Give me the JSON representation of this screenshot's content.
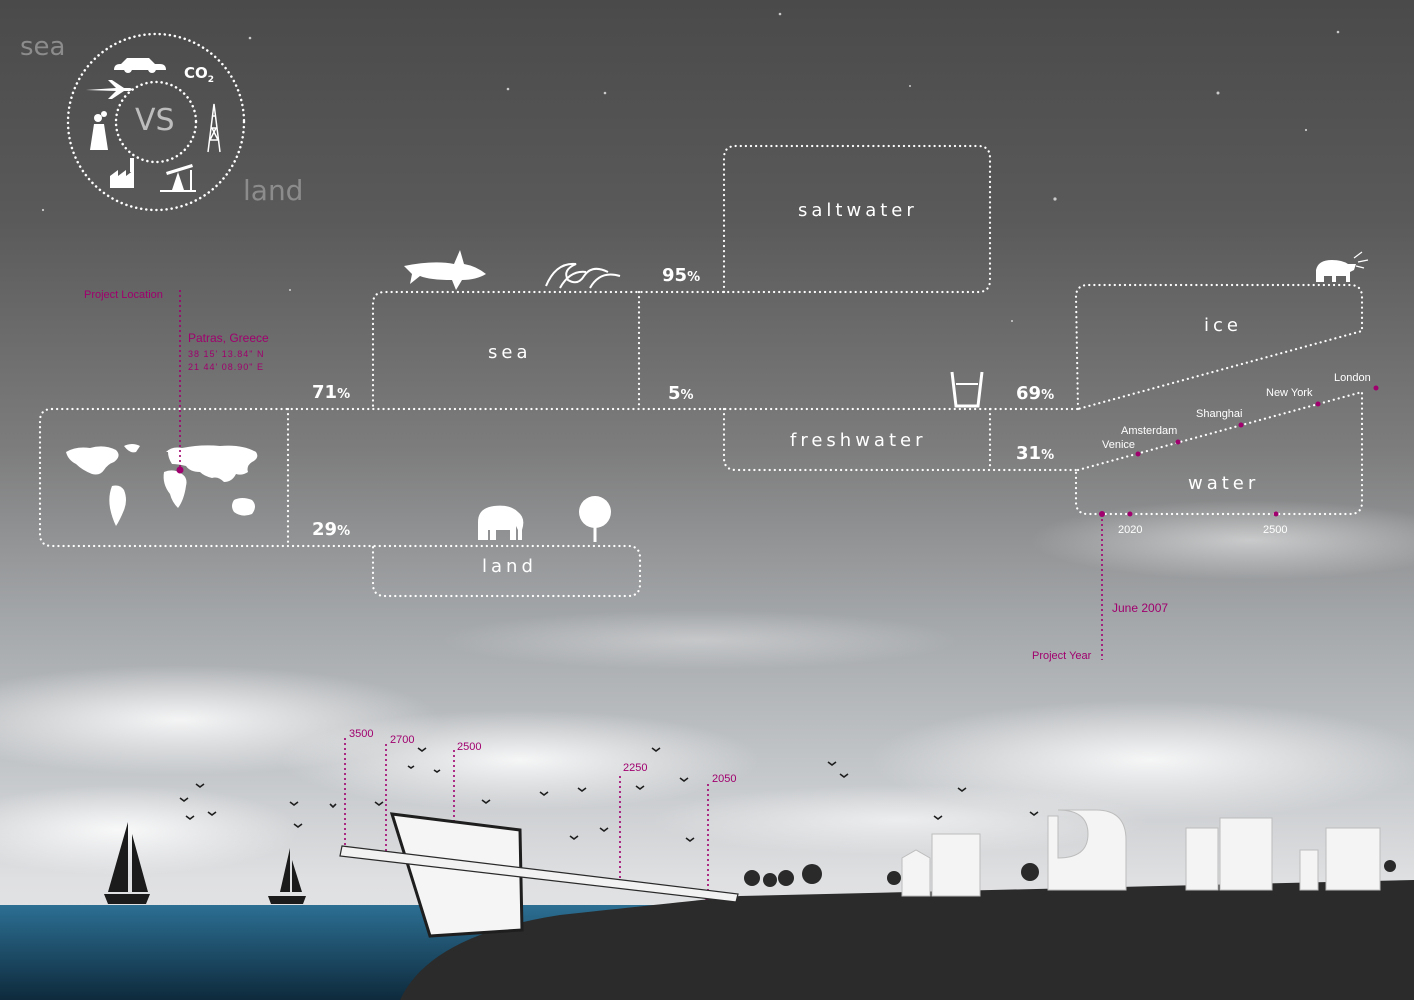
{
  "intro": {
    "sea_label": "sea",
    "land_label": "land",
    "vs_label": "VS",
    "co2_label": "CO",
    "co2_sub": "2"
  },
  "diagram": {
    "sea": "sea",
    "land": "land",
    "saltwater": "saltwater",
    "freshwater": "freshwater",
    "ice": "ice",
    "water": "water",
    "pct_71": "71",
    "pct_29": "29",
    "pct_95": "95",
    "pct_5": "5",
    "pct_69": "69",
    "pct_31": "31",
    "pct_sign": "%"
  },
  "location": {
    "label": "Project Location",
    "place": "Patras, Greece",
    "lat": "38 15' 13.84\" N",
    "lon": "21 44' 08.90\" E"
  },
  "timeline": {
    "cities": [
      "Venice",
      "Amsterdam",
      "Shanghai",
      "New York",
      "London"
    ],
    "year_start": "2020",
    "year_end": "2500",
    "date": "June 2007",
    "project_year_label": "Project Year"
  },
  "section_years": [
    "3500",
    "2700",
    "2500",
    "2250",
    "2050"
  ],
  "colors": {
    "accent": "#a0006e",
    "sea_water": "#1f4d6b",
    "ground": "#2b2b2b"
  },
  "icons": [
    "car-icon",
    "plane-icon",
    "power-plant-icon",
    "oil-rig-icon",
    "factory-icon",
    "oil-pump-icon",
    "shark-icon",
    "wave-icon",
    "elephant-icon",
    "tree-icon",
    "glass-icon",
    "polar-bear-icon",
    "world-map-icon",
    "sailboat-icon",
    "bird-icon"
  ]
}
